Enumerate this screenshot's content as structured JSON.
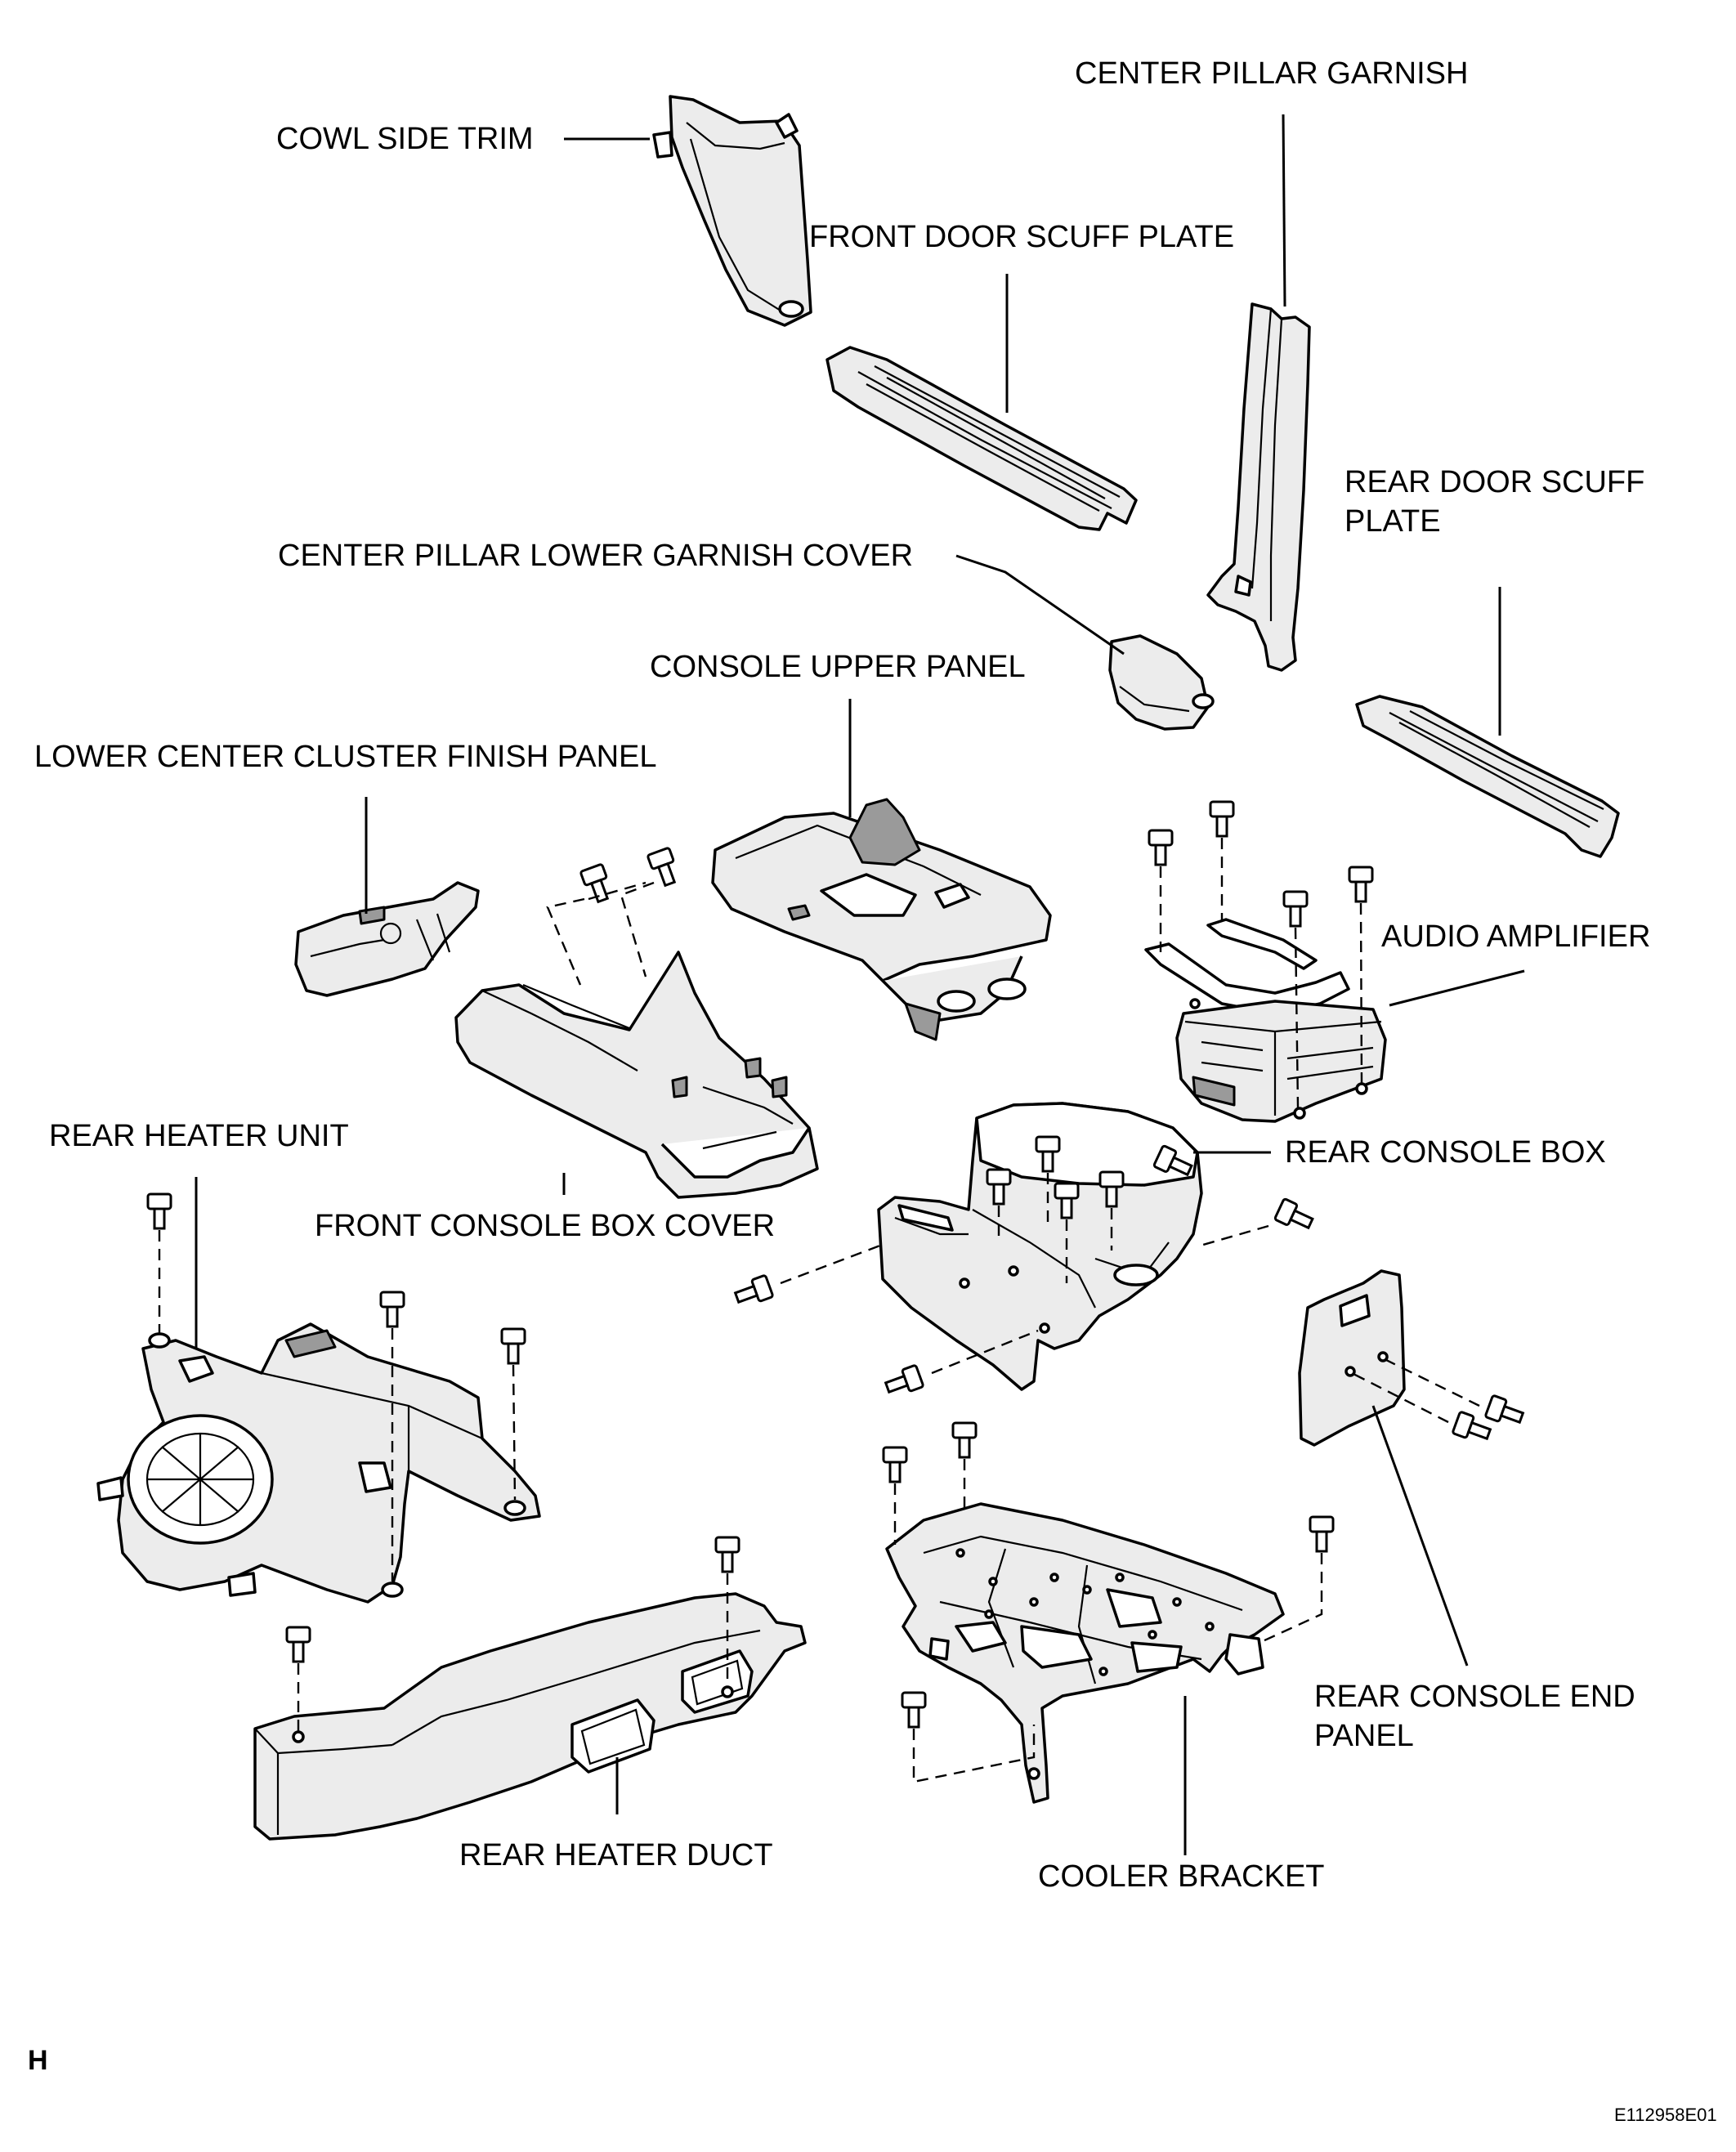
{
  "labels": {
    "cowl_side_trim": "COWL SIDE TRIM",
    "center_pillar_garnish": "CENTER PILLAR GARNISH",
    "front_door_scuff_plate": "FRONT DOOR SCUFF PLATE",
    "rear_door_scuff_plate_1": "REAR DOOR SCUFF",
    "rear_door_scuff_plate_2": "PLATE",
    "center_pillar_lower_garnish_cover": "CENTER PILLAR LOWER GARNISH COVER",
    "console_upper_panel": "CONSOLE UPPER PANEL",
    "lower_center_cluster_finish_panel": "LOWER CENTER CLUSTER FINISH PANEL",
    "audio_amplifier": "AUDIO AMPLIFIER",
    "rear_heater_unit": "REAR HEATER UNIT",
    "rear_console_box": "REAR CONSOLE BOX",
    "front_console_box_cover": "FRONT CONSOLE BOX COVER",
    "rear_console_end_panel_1": "REAR CONSOLE END",
    "rear_console_end_panel_2": "PANEL",
    "rear_heater_duct": "REAR HEATER DUCT",
    "cooler_bracket": "COOLER BRACKET"
  },
  "footer": {
    "corner_mark": "H",
    "figure_id": "E112958E01"
  }
}
